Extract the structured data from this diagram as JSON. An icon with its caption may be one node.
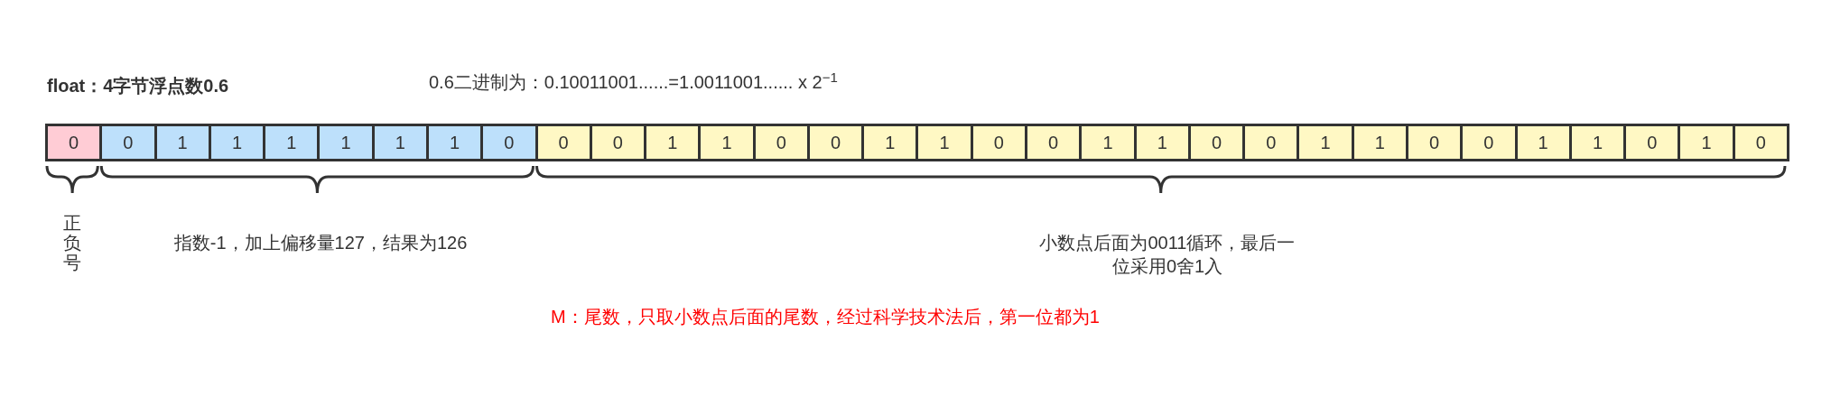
{
  "diagram": {
    "title": "float：4字节浮点数0.6",
    "nodes": [
      {
        "text": [
          "0"
        ]
      },
      {
        "text": [
          "0"
        ]
      },
      {
        "text": [
          "1"
        ]
      },
      {
        "text": [
          "1"
        ]
      },
      {
        "text": [
          "1"
        ]
      },
      {
        "text": [
          "1"
        ]
      },
      {
        "text": [
          "1"
        ]
      },
      {
        "text": [
          "1"
        ]
      },
      {
        "text": [
          "0"
        ]
      },
      {
        "text": [
          "0"
        ]
      },
      {
        "text": [
          "0"
        ]
      },
      {
        "text": [
          "1"
        ]
      },
      {
        "text": [
          "1"
        ]
      },
      {
        "text": [
          "0"
        ]
      },
      {
        "text": [
          "0"
        ]
      },
      {
        "text": [
          "1"
        ]
      },
      {
        "text": [
          "1"
        ]
      },
      {
        "text": [
          "0"
        ]
      },
      {
        "text": [
          "0"
        ]
      },
      {
        "text": [
          "1"
        ]
      },
      {
        "text": [
          "1"
        ]
      },
      {
        "text": [
          "0"
        ]
      },
      {
        "text": [
          "0"
        ]
      },
      {
        "text": [
          "1"
        ]
      },
      {
        "text": [
          "1"
        ]
      },
      {
        "text": [
          "0"
        ]
      },
      {
        "text": [
          "0"
        ]
      },
      {
        "text": [
          "1"
        ]
      },
      {
        "text": [
          "1"
        ]
      },
      {
        "text": [
          "0"
        ]
      },
      {
        "text": [
          "1"
        ]
      },
      {
        "text": [
          "0"
        ]
      }
    ],
    "labels": [
      "0.6二进制为：0.10011001......=1.0011001...... x 2$^{−1}$",
      "正负号",
      "指数-1，加上偏移量127，结果为126",
      "小数点后面为0011循环，最后一位采用0舍1入",
      "M：尾数，只取小数点后面的尾数，经过科学技术法后，第一位都为1"
    ]
  }
}
